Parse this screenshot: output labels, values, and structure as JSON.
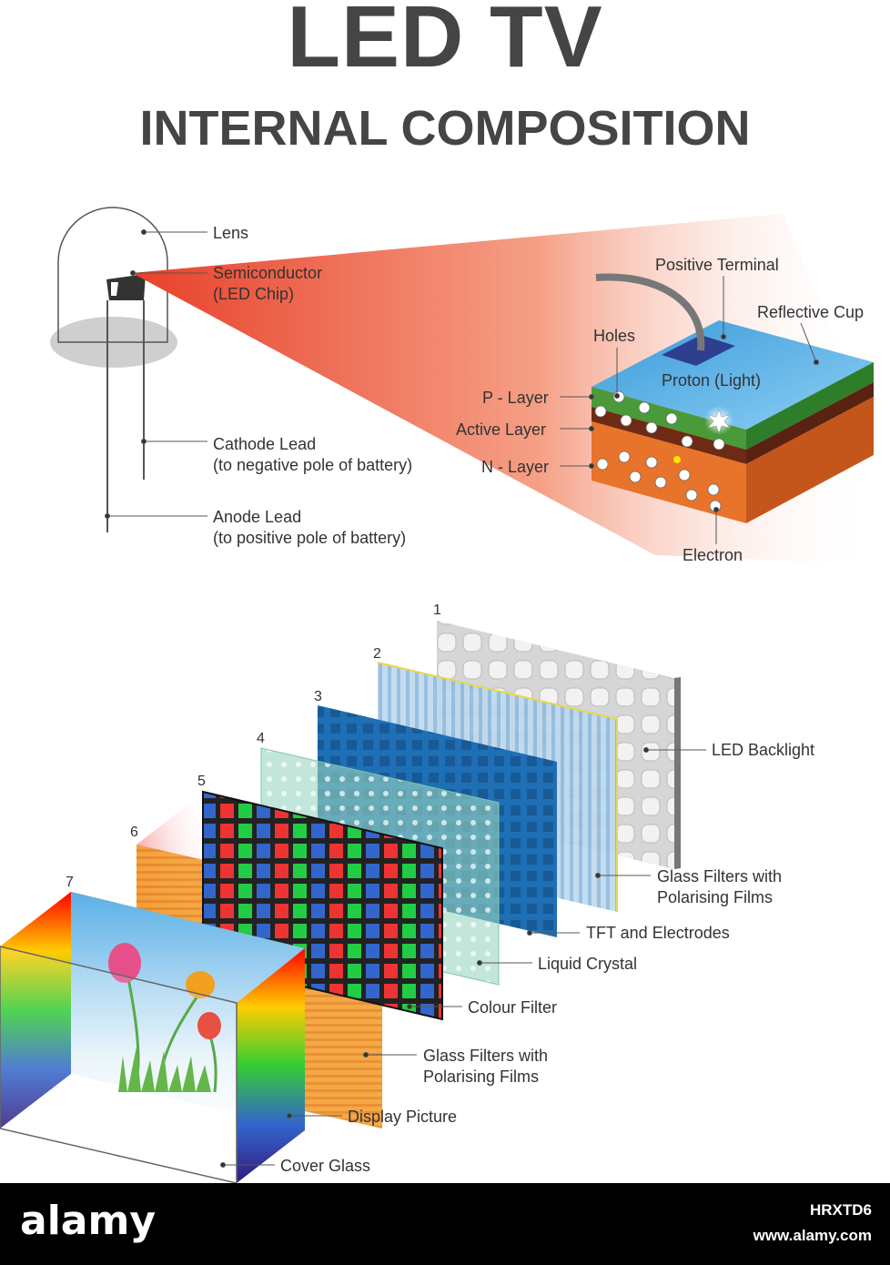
{
  "title": "LED TV",
  "subtitle": "INTERNAL COMPOSITION",
  "led_labels": {
    "lens": "Lens",
    "semiconductor_1": "Semiconductor",
    "semiconductor_2": "(LED Chip)",
    "cathode_1": "Cathode Lead",
    "cathode_2": "(to negative pole of battery)",
    "anode_1": "Anode Lead",
    "anode_2": "(to positive pole of battery)"
  },
  "chip_labels": {
    "positive_terminal": "Positive Terminal",
    "reflective_cup": "Reflective Cup",
    "holes": "Holes",
    "proton": "Proton (Light)",
    "p_layer": "P - Layer",
    "active_layer": "Active Layer",
    "n_layer": "N - Layer",
    "electron": "Electron"
  },
  "layer_numbers": [
    "1",
    "2",
    "3",
    "4",
    "5",
    "6",
    "7"
  ],
  "layer_labels": {
    "led_backlight": "LED Backlight",
    "glass_filters_back_1": "Glass Filters with",
    "glass_filters_back_2": "Polarising Films",
    "tft": "TFT and Electrodes",
    "liquid_crystal": "Liquid Crystal",
    "colour_filter": "Colour Filter",
    "glass_filters_front_1": "Glass Filters with",
    "glass_filters_front_2": "Polarising Films",
    "display_picture": "Display Picture",
    "cover_glass": "Cover Glass"
  },
  "footer": {
    "logo": "alamy",
    "code": "HRXTD6",
    "url": "www.alamy.com"
  },
  "colors": {
    "title": "#454545",
    "red_beam": "#e8402a",
    "p_layer": "#4a9a3a",
    "n_layer": "#e8732a",
    "reflective_cup": "#3a9ad9",
    "tft_blue": "#1f6fb5"
  }
}
